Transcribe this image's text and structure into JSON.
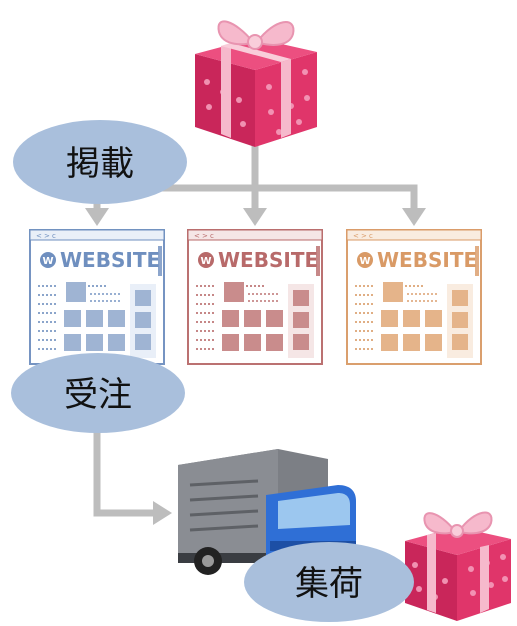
{
  "steps": {
    "listing": "掲載",
    "order": "受注",
    "pickup": "集荷"
  },
  "websites": [
    {
      "logo_letter": "W",
      "title": "WEBSITE",
      "color": "#6f8fbf",
      "fill": "#e9eff8",
      "tile": "#9fb4d3"
    },
    {
      "logo_letter": "W",
      "title": "WEBSITE",
      "color": "#b86a6a",
      "fill": "#f5e6e6",
      "tile": "#c98c8c"
    },
    {
      "logo_letter": "W",
      "title": "WEBSITE",
      "color": "#d99a66",
      "fill": "#f9ece0",
      "tile": "#e5b48a"
    }
  ],
  "colors": {
    "label_bubble": "#a9bfdc",
    "arrow": "#bdbdbd",
    "gift_box": "#e0356a",
    "gift_ribbon": "#f6b9cc",
    "truck_cab": "#2f6fd6",
    "truck_cargo": "#7c7f85"
  },
  "icons": [
    "gift-box-icon",
    "website-icon",
    "delivery-truck-icon"
  ]
}
